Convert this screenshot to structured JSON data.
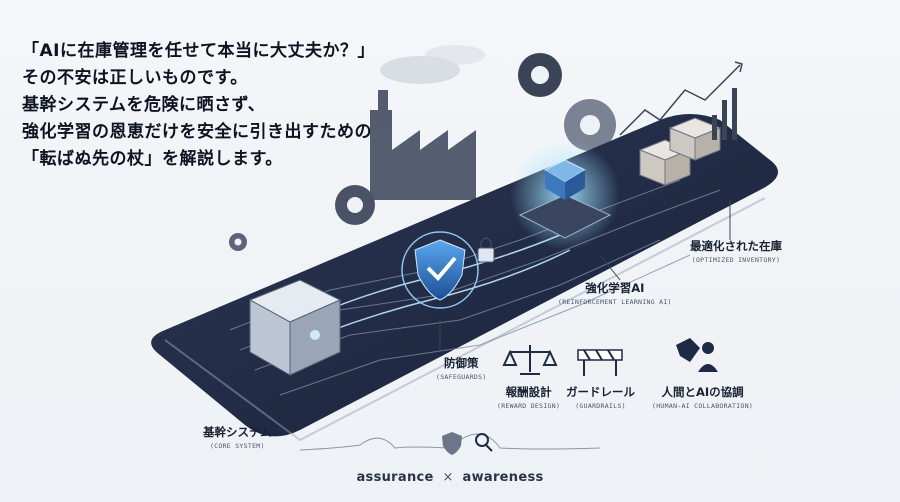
{
  "headline": {
    "lines": [
      "「AIに在庫管理を任せて本当に大丈夫か？」",
      "その不安は正しいものです。",
      "基幹システムを危険に晒さず、",
      "強化学習の恩恵だけを安全に引き出すための",
      "「転ばぬ先の杖」を解説します。"
    ]
  },
  "labels": {
    "optimized": {
      "jp": "最適化された在庫",
      "en": "(OPTIMIZED INVENTORY)"
    },
    "rl_ai": {
      "jp": "強化学習AI",
      "en": "(REINFORCEMENT LEARNING AI)"
    },
    "safeguards": {
      "jp": "防御策",
      "en": "(SAFEGUARDS)"
    },
    "reward": {
      "jp": "報酬設計",
      "en": "(REWARD DESIGN)"
    },
    "guardrails": {
      "jp": "ガードレール",
      "en": "(GUARDRAILS)"
    },
    "collab": {
      "jp": "人間とAIの協調",
      "en": "(HUMAN-AI COLLABORATION)"
    },
    "core": {
      "jp": "基幹システム",
      "en": "(CORE SYSTEM)"
    }
  },
  "tagline": {
    "left": "assurance",
    "sep": "×",
    "right": "awareness"
  },
  "colors": {
    "navy": "#1f2a44",
    "accent": "#2f7fd8",
    "glow": "#7fd3ff"
  }
}
